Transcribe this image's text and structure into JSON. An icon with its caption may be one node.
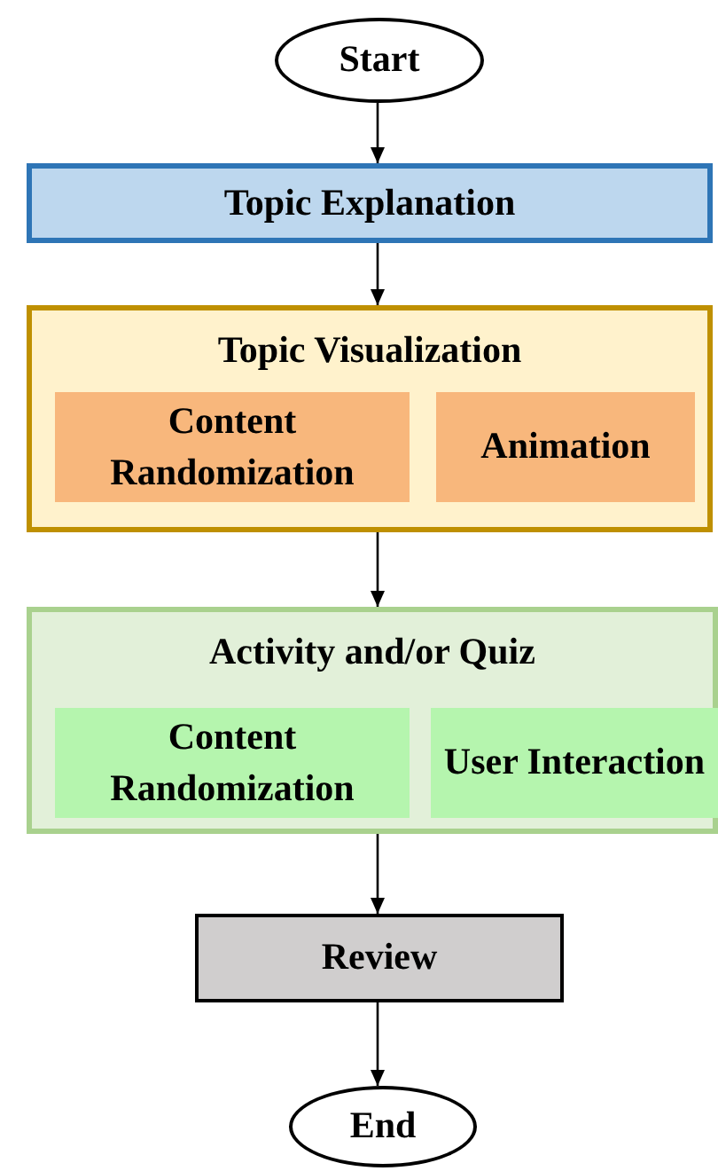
{
  "diagram": {
    "nodes": [
      {
        "text": [
          "Start"
        ]
      },
      {
        "text": [
          "Topic Explanation"
        ]
      },
      {
        "text": [
          "Topic Visualization"
        ]
      },
      {
        "text": [
          "Content Randomization"
        ],
        "in": 2
      },
      {
        "text": [
          "Animation"
        ],
        "in": 2
      },
      {
        "text": [
          "Activity and/or Quiz"
        ]
      },
      {
        "text": [
          "Content Randomization"
        ],
        "in": 5
      },
      {
        "text": [
          "User Interaction"
        ],
        "in": 5
      },
      {
        "text": [
          "Review"
        ]
      },
      {
        "text": [
          "End"
        ]
      }
    ],
    "edges": [
      {
        "from": 0,
        "to": 1,
        "arrow": "to"
      },
      {
        "from": 1,
        "to": 2,
        "arrow": "to"
      },
      {
        "from": 2,
        "to": 5,
        "arrow": "to"
      },
      {
        "from": 5,
        "to": 8,
        "arrow": "to"
      },
      {
        "from": 8,
        "to": 9,
        "arrow": "to"
      }
    ]
  }
}
